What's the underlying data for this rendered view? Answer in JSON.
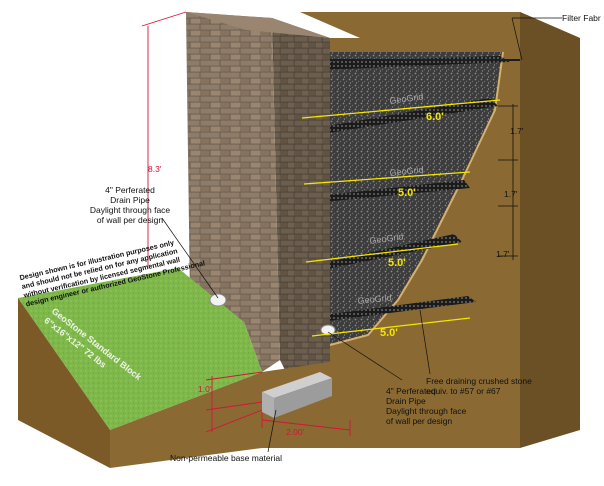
{
  "labels": {
    "filter_fabric": "Filter Fabr",
    "drain_upper": [
      "4\" Perferated",
      "Drain Pipe",
      "Daylight through face",
      "of wall per design"
    ],
    "drain_lower": [
      "4\" Perferated",
      "Drain Pipe",
      "Daylight through face",
      "of wall per design"
    ],
    "stone": [
      "Free draining crushed stone",
      "equiv. to #57 or #67"
    ],
    "base": "Non-permeable base material"
  },
  "disclaimer": [
    "Design shown is for illustration purposes only",
    "and should not be relied on for any application",
    "without verification by licensed segmental wall",
    "design engineer or authorized GeoStone Professional"
  ],
  "stamp": [
    "GeoStone Standard Block",
    "6\"x16\"x12\" 72 lbs"
  ],
  "geogrid_label": "GeoGrid",
  "dimensions": {
    "wall_height": "8.3'",
    "grid_lengths": [
      "6.0'",
      "5.0'",
      "5.0'",
      "5.0'"
    ],
    "spacings": [
      "1.7'",
      "1.7'",
      "1.7'"
    ],
    "embed": "1.0'",
    "base_width": "2.00'"
  },
  "colors": {
    "soil": "#8a6a32",
    "grass": "#7fb84a",
    "stone": "#3a3a3a",
    "block": "#7a6a5a",
    "dim_yellow": "#f4e500",
    "dim_red": "#d4143a"
  }
}
